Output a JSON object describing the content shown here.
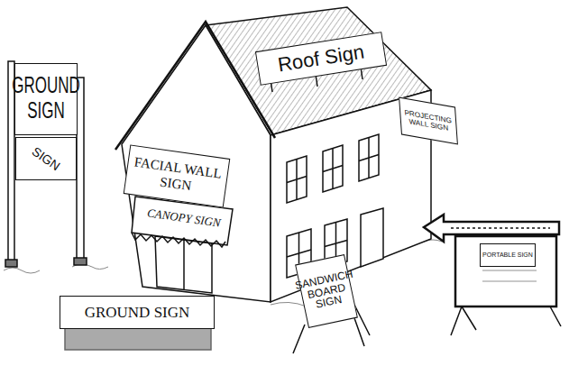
{
  "diagram": {
    "nodes": [
      {
        "text": [
          "GROUND SIGN"
        ]
      },
      {
        "text": [
          "SIGN"
        ]
      },
      {
        "text": [
          "Roof Sign"
        ]
      },
      {
        "text": [
          "PROJECTING WALL SIGN"
        ]
      },
      {
        "text": [
          "FACIAL WALL SIGN"
        ]
      },
      {
        "text": [
          "CANOPY SIGN"
        ]
      },
      {
        "text": [
          "PORTABLE SIGN"
        ]
      },
      {
        "text": [
          "SANDWICH BOARD SIGN"
        ]
      },
      {
        "text": [
          "GROUND SIGN"
        ]
      }
    ]
  }
}
